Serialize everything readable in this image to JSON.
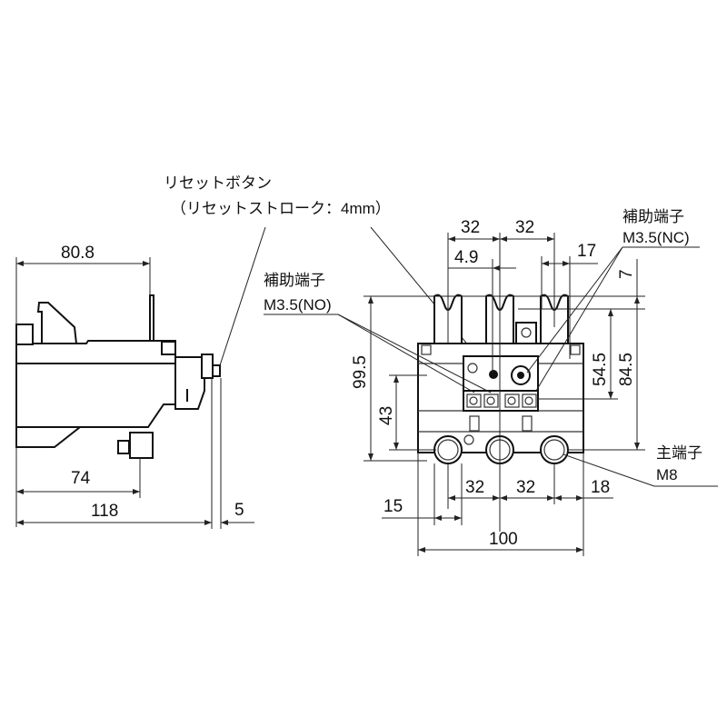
{
  "title": "Thermal overload relay dimensional drawing",
  "callouts": {
    "reset_button": "リセットボタン",
    "reset_stroke": "（リセットストローク：4mm）",
    "aux_nc_title": "補助端子",
    "aux_nc_spec": "M3.5(NC)",
    "aux_no_title": "補助端子",
    "aux_no_spec": "M3.5(NO)",
    "main_title": "主端子",
    "main_spec": "M8"
  },
  "side_view": {
    "dims": {
      "top_width": "80.8",
      "terminal_depth": "74",
      "total_depth": "118",
      "reset_protrusion": "5"
    }
  },
  "front_view": {
    "dims": {
      "top_pitch_1": "32",
      "top_pitch_2": "32",
      "aux_offset": "4.9",
      "aux_pitch": "17",
      "top_offset": "7",
      "total_height": "99.5",
      "terminal_height": "43",
      "aux_height": "54.5",
      "upper_height": "84.5",
      "bottom_pitch_1": "32",
      "bottom_pitch_2": "32",
      "right_offset": "18",
      "left_offset": "15",
      "total_width": "100"
    }
  }
}
